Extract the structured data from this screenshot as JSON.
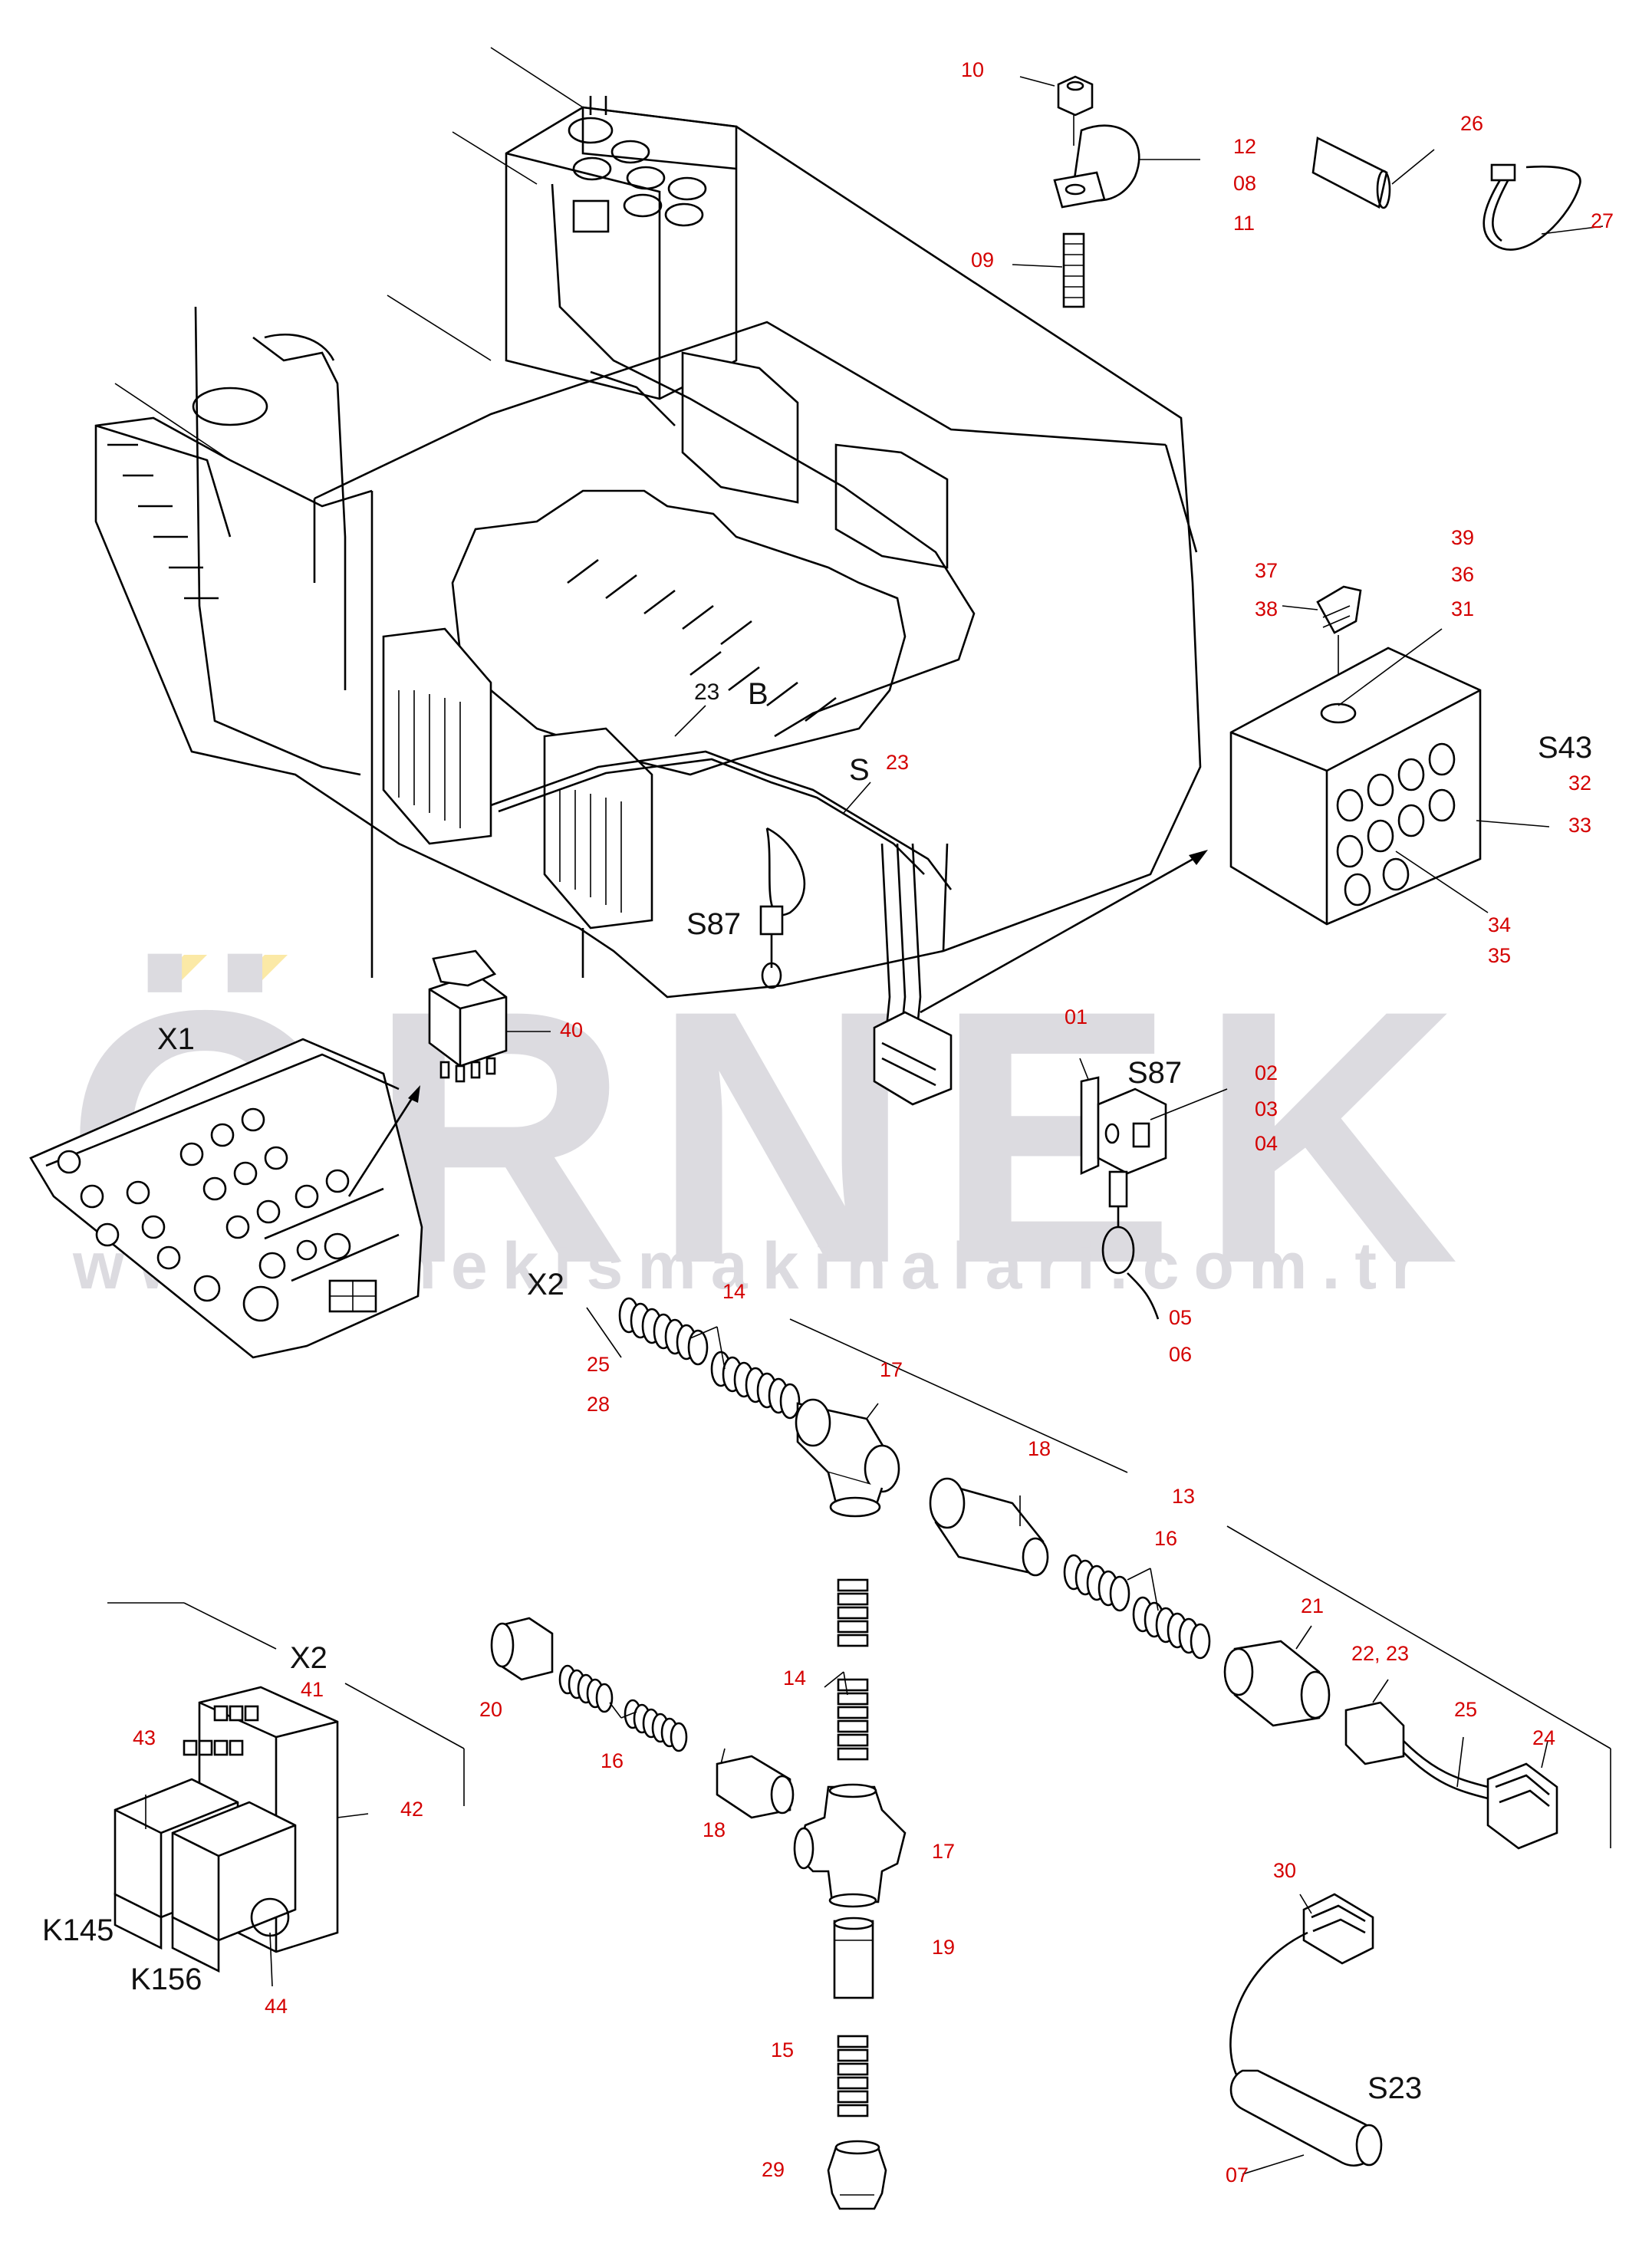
{
  "watermark": {
    "brand": "ÖRNEK",
    "url": "www.ornekismakinalari.com.tr"
  },
  "callouts": {
    "n10": "10",
    "n12": "12",
    "n08": "08",
    "n11": "11",
    "n09": "09",
    "n26": "26",
    "n27": "27",
    "n39": "39",
    "n36": "36",
    "n31": "31",
    "n37": "37",
    "n38": "38",
    "n32": "32",
    "n33": "33",
    "n34": "34",
    "n35": "35",
    "n23a": "23",
    "n40": "40",
    "n01": "01",
    "n02": "02",
    "n03": "03",
    "n04": "04",
    "n05": "05",
    "n06": "06",
    "n14a": "14",
    "n25a": "25",
    "n28": "28",
    "n17a": "17",
    "n18a": "18",
    "n13": "13",
    "n16a": "16",
    "n21": "21",
    "n22": "22, 23",
    "n25b": "25",
    "n24": "24",
    "n41": "41",
    "n43": "43",
    "n42": "42",
    "n44": "44",
    "n20": "20",
    "n16b": "16",
    "n18b": "18",
    "n14b": "14",
    "n17b": "17",
    "n19": "19",
    "n15": "15",
    "n29": "29",
    "n30": "30",
    "n07": "07"
  },
  "labels": {
    "l_23": "23",
    "l_B": "B",
    "l_S": "S",
    "l_S87a": "S87",
    "l_S43": "S43",
    "l_X1": "X1",
    "l_S87b": "S87",
    "l_X2a": "X2",
    "l_X2b": "X2",
    "l_K145": "K145",
    "l_K156": "K156",
    "l_S23": "S23"
  }
}
